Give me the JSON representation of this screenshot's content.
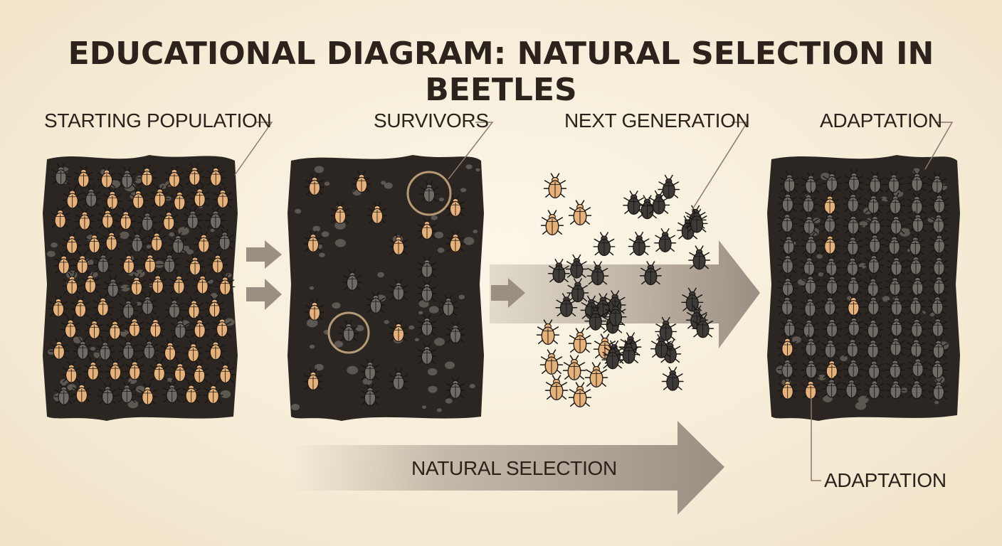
{
  "title": "EDUCATIONAL DIAGRAM: NATURAL SELECTION IN BEETLES",
  "stages": [
    {
      "label": "STARTING POPULATION"
    },
    {
      "label": "SURVIVORS"
    },
    {
      "label": "NEXT GENERATION"
    },
    {
      "label": "ADAPTATION"
    }
  ],
  "bottom_arrow_label": "NATURAL SELECTION",
  "bottom_right_label": "ADAPTATION",
  "colors": {
    "soil": "#2b2622",
    "pebble": "#5c5751",
    "light_beetle": "#e7b27a",
    "dark_beetle": "#6d6b64",
    "dark_beetle_offspring": "#3d3a37",
    "arrow": "#9b8f83",
    "leader_line": "#8a7a6a"
  }
}
